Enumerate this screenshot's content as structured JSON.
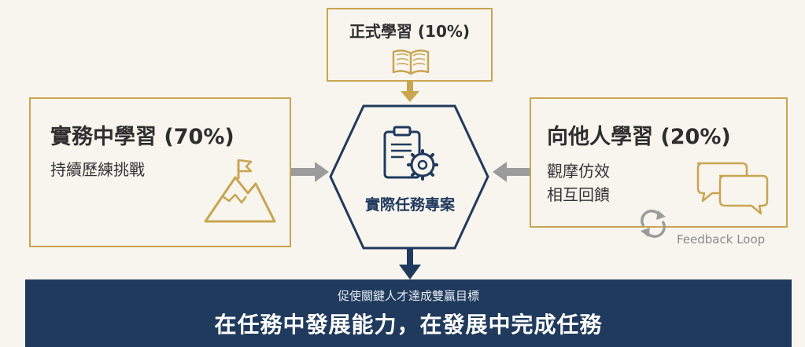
{
  "top_box": {
    "title": "正式學習 (10%)"
  },
  "left_box": {
    "title": "實務中學習 (70%)",
    "subtitle": "持續歷練挑戰"
  },
  "right_box": {
    "title": "向他人學習 (20%)",
    "line1": "觀摩仿效",
    "line2": "相互回饋"
  },
  "center": {
    "label": "實際任務專案"
  },
  "feedback": {
    "label": "Feedback Loop"
  },
  "banner": {
    "subtitle": "促使關鍵人才達成雙贏目標",
    "main": "在任務中發展能力，在發展中完成任務"
  },
  "colors": {
    "gold": "#c9a550",
    "navy": "#1f3a5c",
    "gray": "#9b9b9b",
    "background": "#f8f5ef"
  },
  "icons": [
    "book-icon",
    "clipboard-gear-icon",
    "mountain-flag-icon",
    "chat-bubbles-icon",
    "refresh-cycle-icon"
  ]
}
